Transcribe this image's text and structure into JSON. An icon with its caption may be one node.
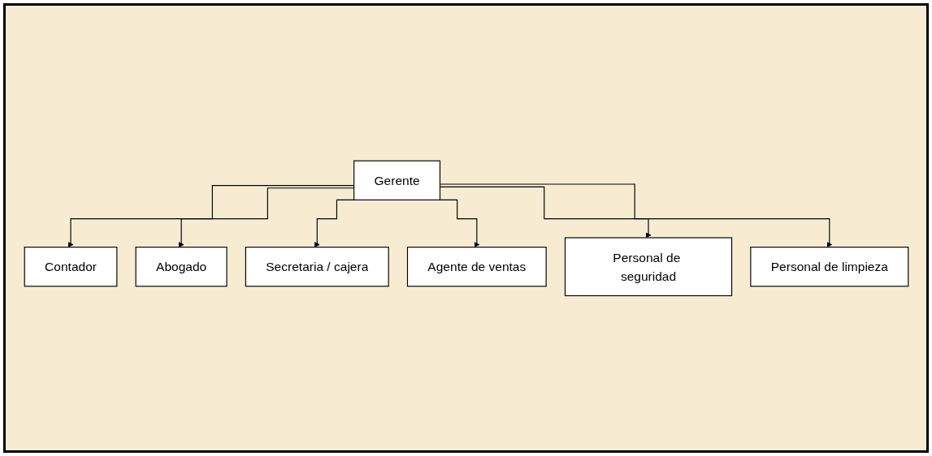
{
  "diagram": {
    "nodes": [
      {
        "text": [
          "Gerente"
        ]
      },
      {
        "text": [
          "Contador"
        ]
      },
      {
        "text": [
          "Abogado"
        ]
      },
      {
        "text": [
          "Secretaria / cajera"
        ]
      },
      {
        "text": [
          "Agente de ventas"
        ]
      },
      {
        "text": [
          "Personal de seguridad"
        ]
      },
      {
        "text": [
          "Personal de limpieza"
        ]
      }
    ],
    "edges": [
      {
        "from": 0,
        "to": 1,
        "arrow": "to"
      },
      {
        "from": 0,
        "to": 2,
        "arrow": "to"
      },
      {
        "from": 0,
        "to": 3,
        "arrow": "to"
      },
      {
        "from": 0,
        "to": 4,
        "arrow": "to"
      },
      {
        "from": 0,
        "to": 5,
        "arrow": "to"
      },
      {
        "from": 0,
        "to": 6,
        "arrow": "to"
      }
    ]
  }
}
